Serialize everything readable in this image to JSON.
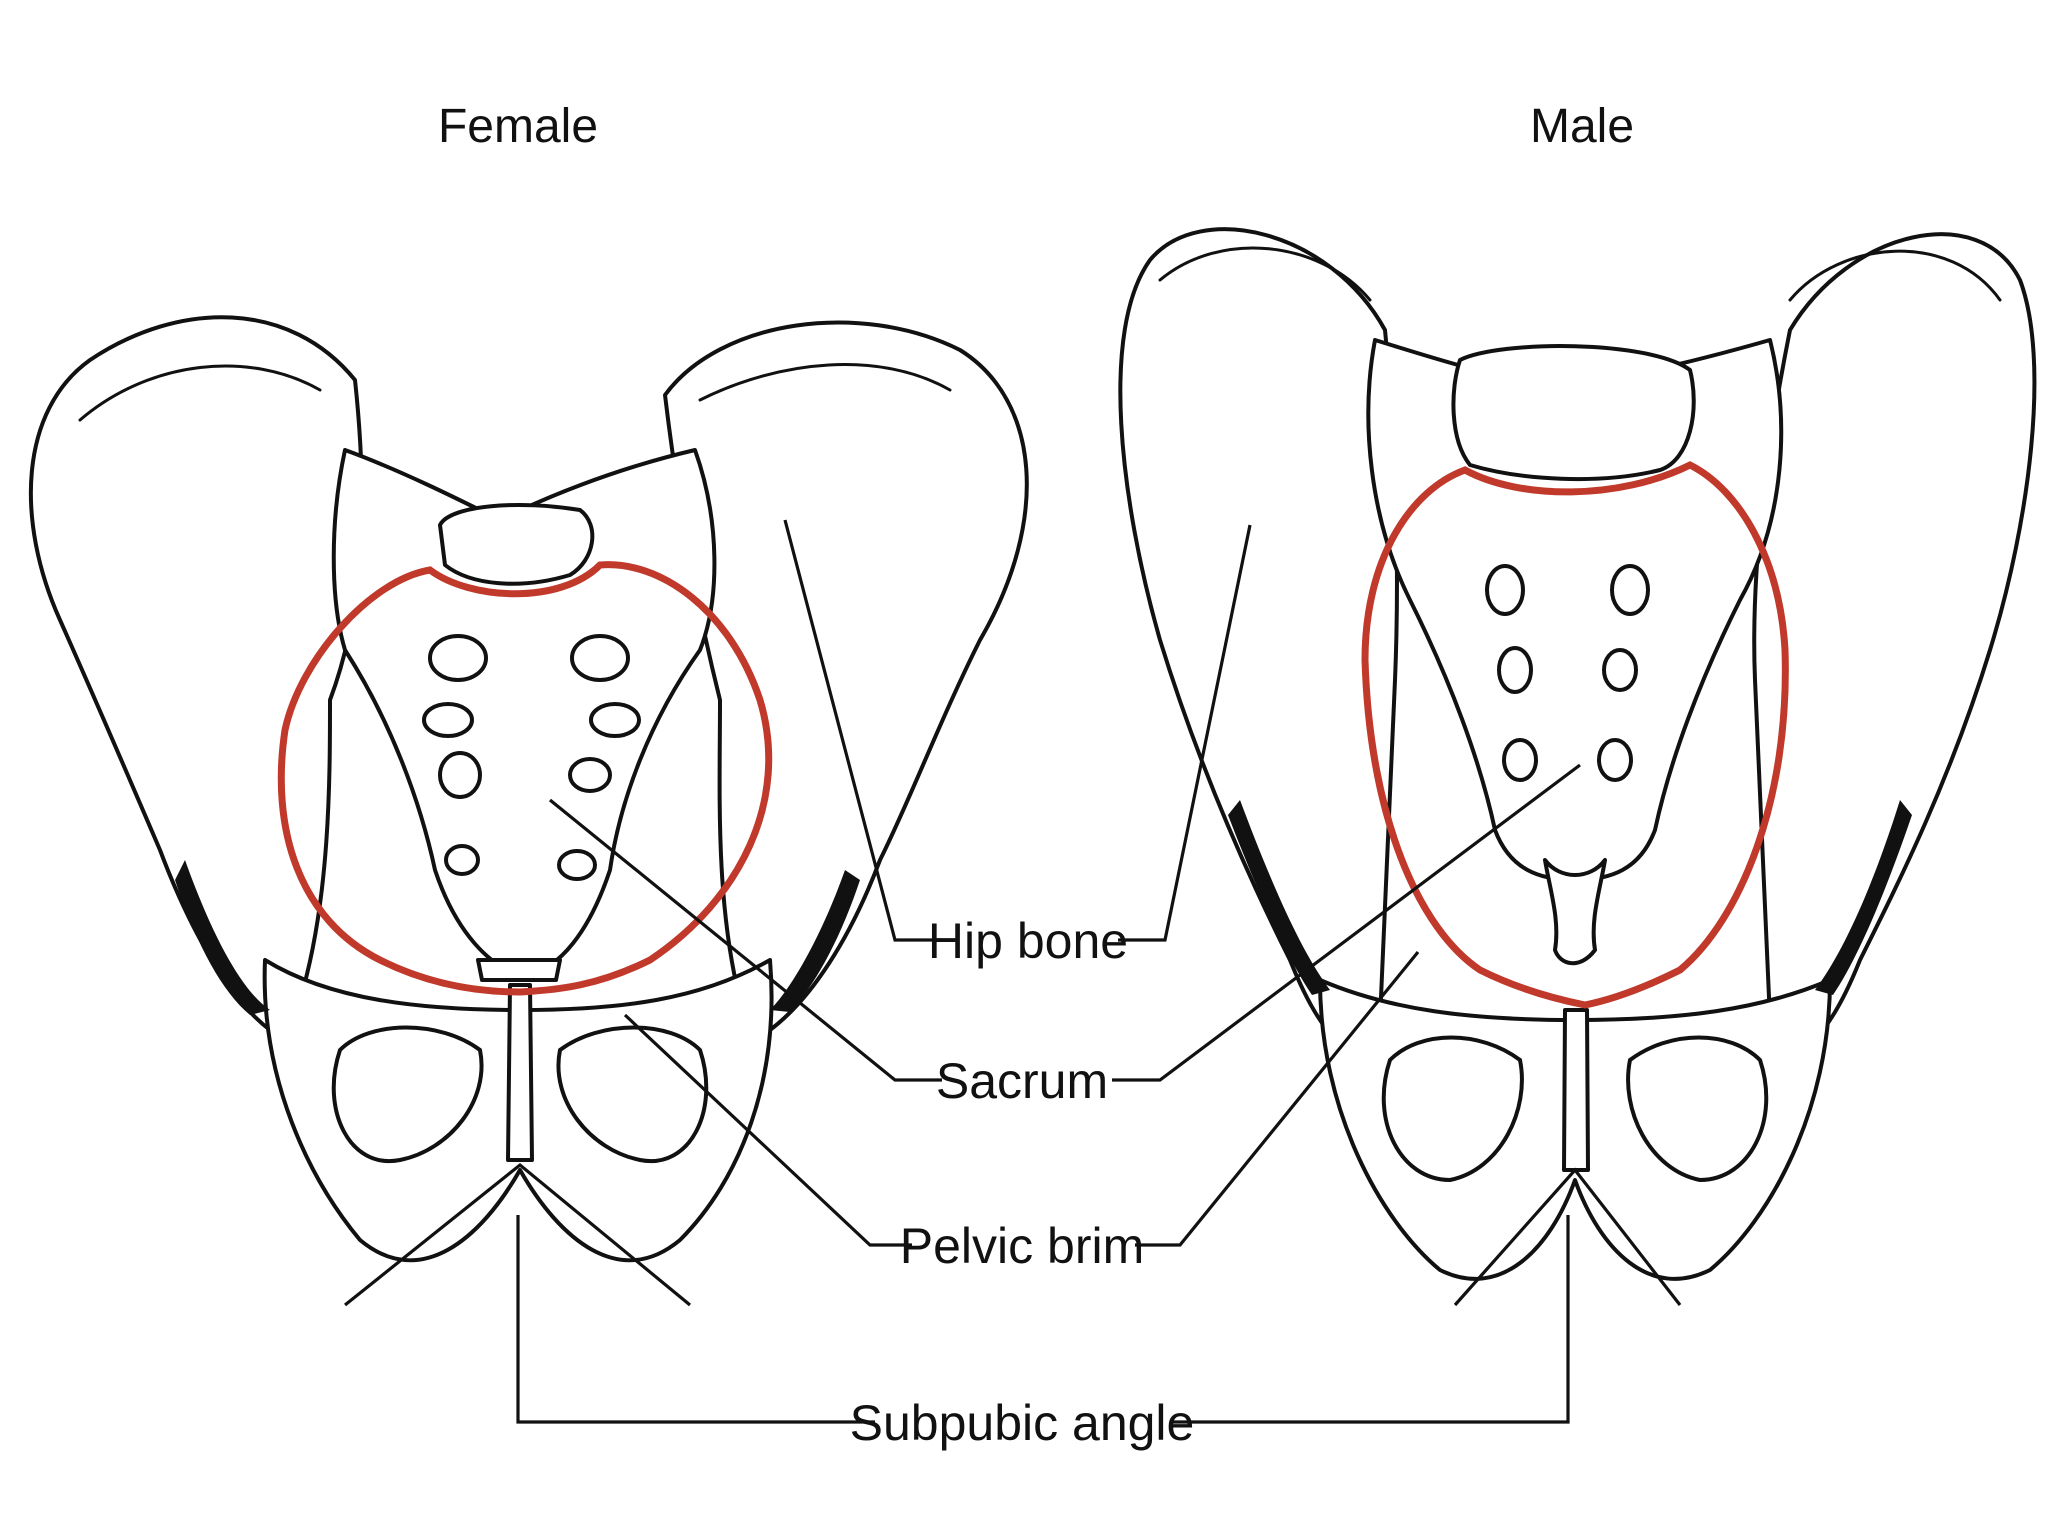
{
  "titles": {
    "female": "Female",
    "male": "Male"
  },
  "labels": {
    "hip_bone": "Hip bone",
    "sacrum": "Sacrum",
    "pelvic_brim": "Pelvic brim",
    "subpubic_angle": "Subpubic angle"
  },
  "colors": {
    "pelvic_brim_outline": "#c0392b",
    "line_art": "#111111",
    "background": "#ffffff"
  }
}
